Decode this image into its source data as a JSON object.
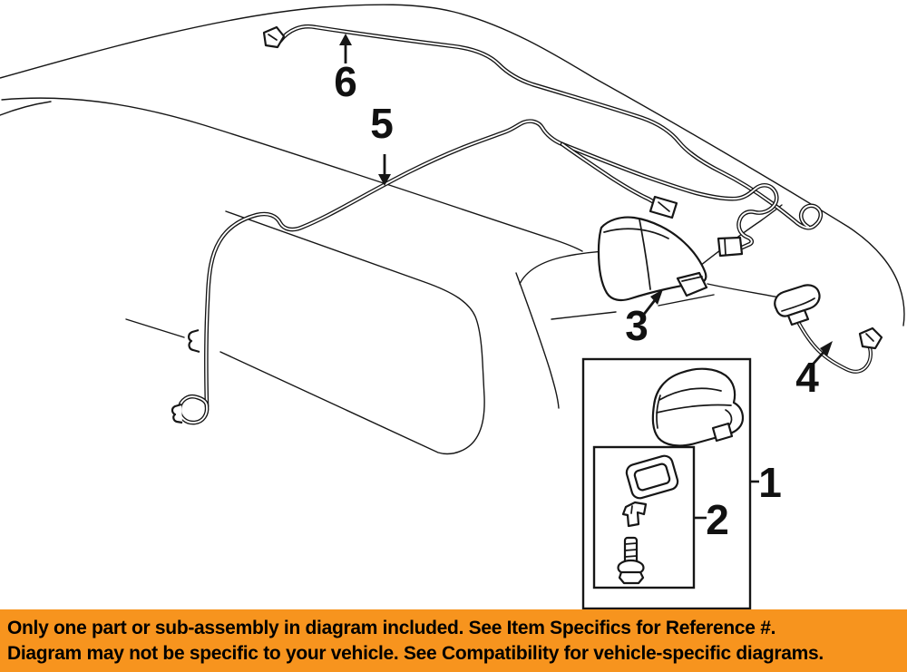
{
  "banner": {
    "line1": "Only one part or sub-assembly in diagram included. See Item Specifics for Reference #.",
    "line2": "Diagram may not be specific to your vehicle. See Compatibility for vehicle-specific diagrams.",
    "background_color": "#F7941E",
    "text_color": "#000000"
  },
  "diagram": {
    "type": "exploded-parts-line-drawing",
    "subject": "vehicle roof antenna and wiring",
    "background_color": "#FFFFFF",
    "line_color": "#161616",
    "callouts": {
      "c1": {
        "label": "1"
      },
      "c2": {
        "label": "2"
      },
      "c3": {
        "label": "3"
      },
      "c4": {
        "label": "4"
      },
      "c5": {
        "label": "5"
      },
      "c6": {
        "label": "6"
      }
    }
  }
}
